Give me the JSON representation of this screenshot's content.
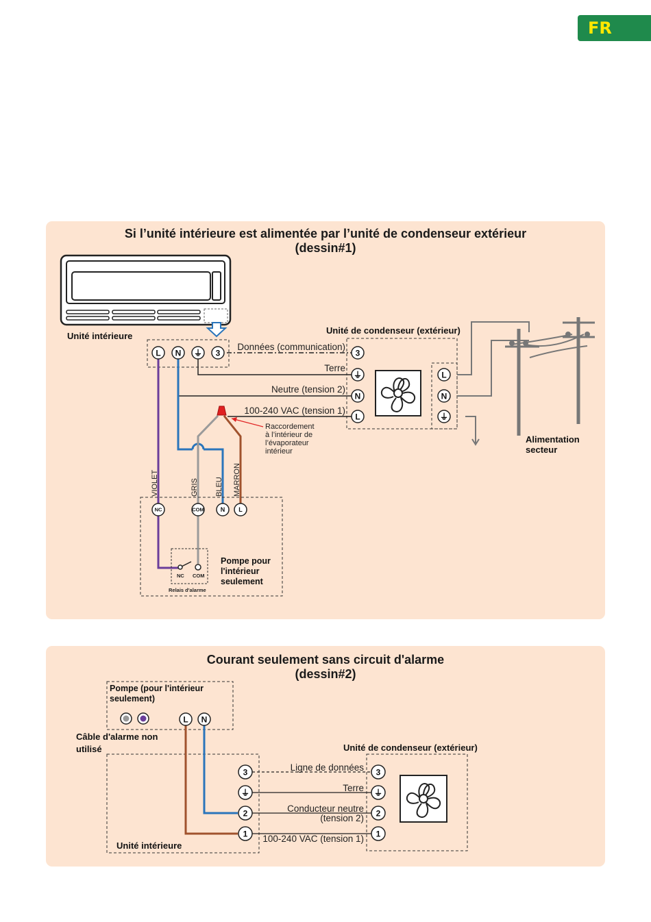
{
  "badge": {
    "label": "FR",
    "color": "#1f8a4c",
    "text_color": "#ffe800"
  },
  "diagram1": {
    "title_line1": "Si l’unité intérieure est alimentée par l’unité de condenseur extérieur",
    "title_line2": "(dessin#1)",
    "indoor_label": "Unité intérieure",
    "indoor_terminals": [
      "L",
      "N",
      "⏚",
      "3"
    ],
    "condenser_label": "Unité de condenseur (extérieur)",
    "condenser_terminals": [
      "3",
      "⏚",
      "N",
      "L"
    ],
    "supply_terminals": [
      "L",
      "N",
      "⏚"
    ],
    "wires": {
      "data": "Données (communication)",
      "earth": "Terre",
      "neutral": "Neutre (tension 2)",
      "line": "100-240 VAC (tension 1)"
    },
    "connection_note": [
      "Raccordement",
      "à l’intérieur de",
      "l’évaporateur",
      "intérieur"
    ],
    "mains_label": [
      "Alimentation",
      "secteur"
    ],
    "wire_colors": {
      "violet": "VIOLET",
      "gris": "GRIS",
      "bleu": "BLEU",
      "marron": "MARRON"
    },
    "pump_terminals": [
      "NC",
      "COM",
      "N",
      "L"
    ],
    "relay_terminals": [
      "NC",
      "COM"
    ],
    "relay_label": "Relais d'alarme",
    "pump_label": [
      "Pompe pour",
      "l'intérieur",
      "seulement"
    ]
  },
  "diagram2": {
    "title_line1": "Courant seulement sans circuit d'alarme",
    "title_line2": "(dessin#2)",
    "pump_label": [
      "Pompe (pour l'intérieur",
      "seulement)"
    ],
    "pump_terminals": [
      "L",
      "N"
    ],
    "unused_alarm_label": [
      "Câble d'alarme non",
      "utilisé"
    ],
    "condenser_label": "Unité de condenseur (extérieur)",
    "indoor_label": "Unité intérieure",
    "terminals": [
      "3",
      "⏚",
      "2",
      "1"
    ],
    "wires": {
      "data": "Ligne de données",
      "earth": "Terre",
      "neutral_line1": "Conducteur neutre",
      "neutral_line2": "(tension 2)",
      "line": "100-240 VAC (tension 1)"
    }
  },
  "colors": {
    "panel_bg": "#fde4d1",
    "violet": "#6a3d9a",
    "blue": "#2a75bb",
    "brown": "#a0522d",
    "grey": "#9a9a9a",
    "red": "#e02020"
  }
}
